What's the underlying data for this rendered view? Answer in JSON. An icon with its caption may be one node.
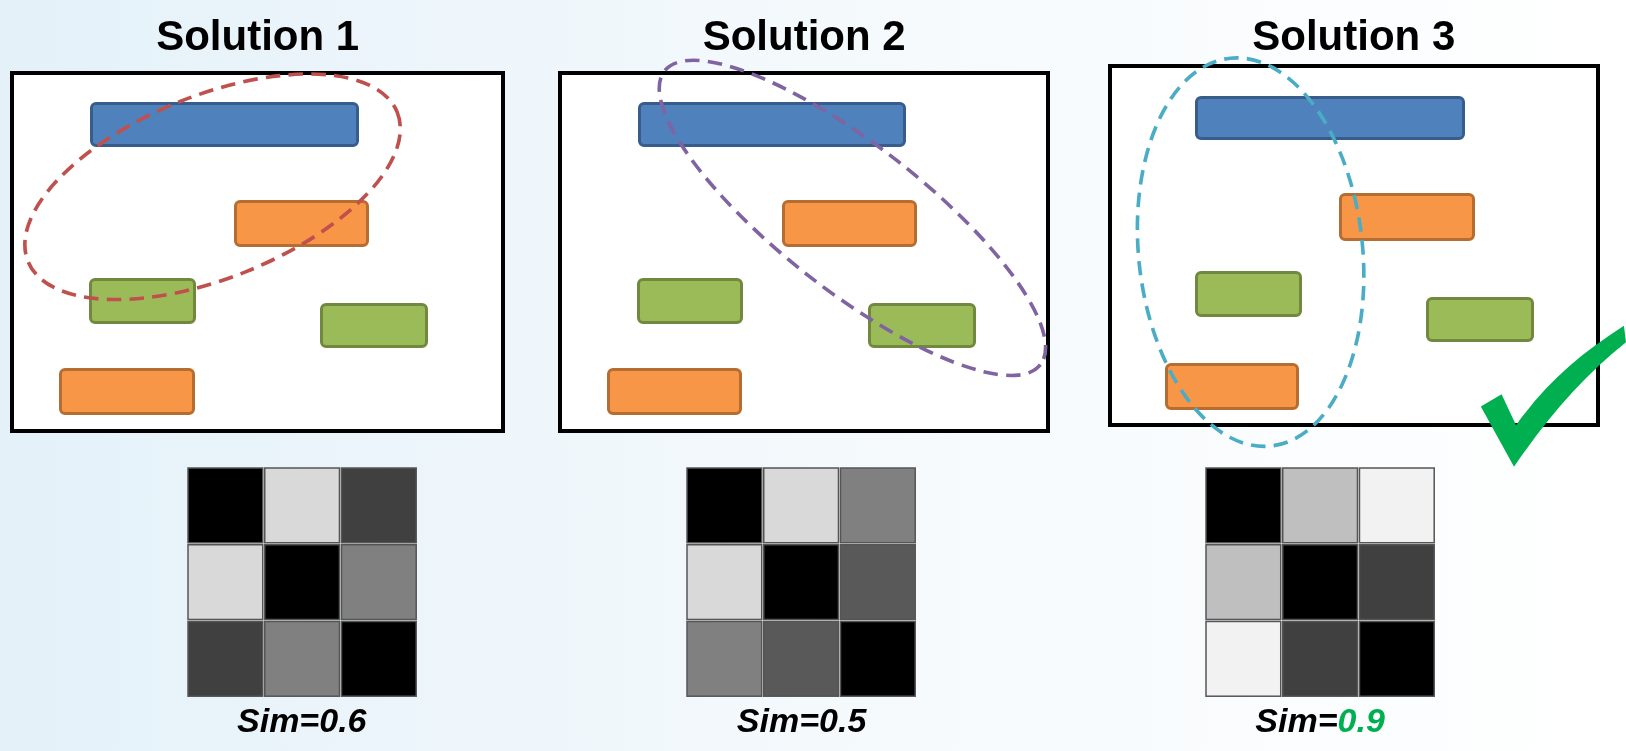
{
  "diagram": {
    "nodes": [
      {
        "text": [
          "Solution 1"
        ]
      },
      {
        "text": [],
        "shape": "box",
        "in": 0
      },
      {
        "text": [],
        "shape": "box",
        "in": 0
      },
      {
        "text": [],
        "shape": "box",
        "in": 0
      },
      {
        "text": [],
        "shape": "box",
        "in": 0
      },
      {
        "text": [],
        "shape": "box",
        "in": 0
      },
      {
        "text": [
          "Solution 2"
        ]
      },
      {
        "text": [],
        "shape": "box",
        "in": 6
      },
      {
        "text": [],
        "shape": "box",
        "in": 6
      },
      {
        "text": [],
        "shape": "box",
        "in": 6
      },
      {
        "text": [],
        "shape": "box",
        "in": 6
      },
      {
        "text": [],
        "shape": "box",
        "in": 6
      },
      {
        "text": [
          "Solution 3"
        ]
      },
      {
        "text": [],
        "shape": "box",
        "in": 12
      },
      {
        "text": [],
        "shape": "box",
        "in": 12
      },
      {
        "text": [],
        "shape": "box",
        "in": 12
      },
      {
        "text": [],
        "shape": "box",
        "in": 12
      },
      {
        "text": [],
        "shape": "box",
        "in": 12
      }
    ],
    "labels": [
      "Sim=0.6",
      "Sim=0.5",
      "Sim=0.9"
    ]
  }
}
